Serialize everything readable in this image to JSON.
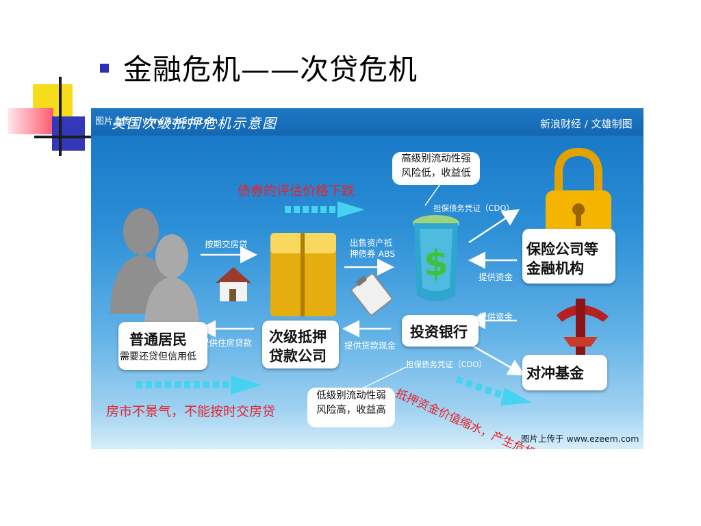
{
  "slide": {
    "title": "金融危机——次贷危机"
  },
  "diagram": {
    "caption_left": "图片上传于 www.ezeem.com",
    "banner_script": "美国次级抵押危机示意图",
    "credit": "新浪财经 / 文雄制图",
    "watermark": "图片上传于 www.ezeem.com",
    "red_top": "债券的评估价格下跌",
    "red_bottom_left": "房市不景气，不能按时交房贷",
    "red_bottom_right": "抵押资金价值缩水，产生危机",
    "residents": {
      "line1": "普通居民",
      "line2": "需要还贷但信用低"
    },
    "lender": {
      "line1": "次级抵押",
      "line2": "贷款公司"
    },
    "bank": {
      "label": "投资银行"
    },
    "insurer": {
      "line1": "保险公司等",
      "line2": "金融机构"
    },
    "hedge": {
      "label": "对冲基金"
    },
    "flow_pay_mortgage": "按期交房贷",
    "flow_provide_loan": "提供住房贷款",
    "flow_sell_assets_1": "出售资产抵",
    "flow_sell_assets_2": "押债券 ABS",
    "flow_provide_cash": "提供贷款现金",
    "flow_cdo_top": "担保债务凭证（CDO）",
    "flow_cdo_bottom": "担保债务凭证（CDO）",
    "flow_funds_1": "提供资金",
    "flow_funds_2": "提供资金",
    "callout_top": {
      "line1": "高级别流动性强",
      "line2": "风险低，收益低"
    },
    "callout_bottom": {
      "line1": "低级别流动性弱",
      "line2": "风险高，收益高"
    },
    "colors": {
      "bg_top": "#1372c4",
      "arrow_cyan": "#46d3f0",
      "red_text": "#e8232b",
      "gold": "#f5b400"
    }
  }
}
